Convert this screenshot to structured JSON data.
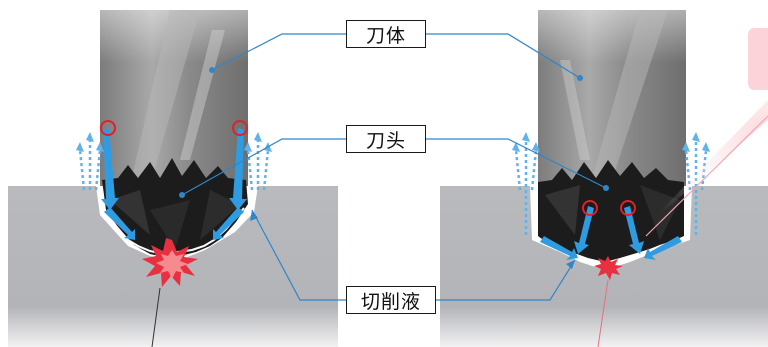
{
  "labels": {
    "cutter_body": "刀体",
    "cutter_head": "刀头",
    "cutting_fluid": "切削液"
  },
  "colors": {
    "workpiece": "#b6b7bb",
    "shank": "#8f8f8f",
    "head": "#1e1e1e",
    "coolant_arrow": "#2f9be0",
    "leader_line": "#2f86c8",
    "heat_burst": "#e83040",
    "circle_marker": "#e0202c",
    "annotation_bg": "#fde1e4"
  },
  "icons": {
    "heat": "heat-burst-icon",
    "flow": "coolant-arrow-icon",
    "marker": "red-circle-marker-icon"
  }
}
